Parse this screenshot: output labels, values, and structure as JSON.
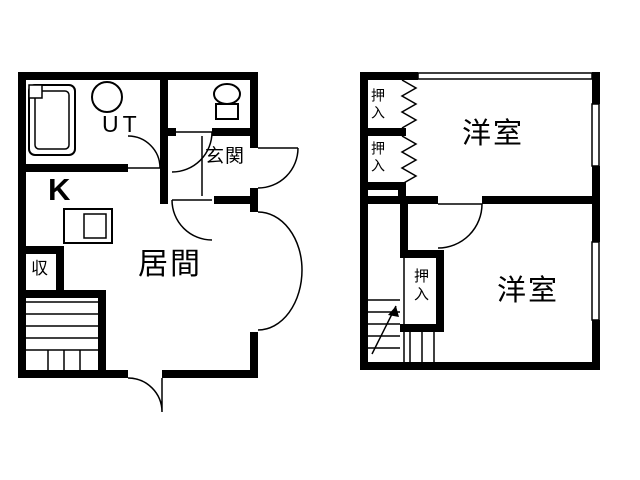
{
  "canvas": {
    "background": "#ffffff",
    "ink": "#000000"
  },
  "floor1": {
    "utility_label": "UT",
    "kitchen_label": "K",
    "entrance_label": "玄関",
    "living_label": "居間",
    "storage_label": "収"
  },
  "floor2": {
    "western_room_top_label": "洋室",
    "western_room_bottom_label": "洋室",
    "closet_top_label": "押入",
    "closet_mid_label": "押入",
    "closet_bottom_label": "押入"
  }
}
